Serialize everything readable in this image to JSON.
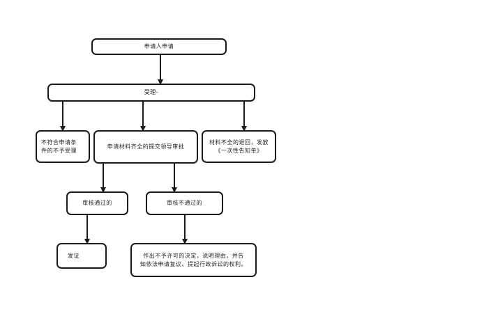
{
  "nodes": {
    "apply": "申请人申请",
    "accept": "受理-",
    "reject": "不符合申请条\n件的不予受理",
    "review": "申请材料齐全的提交领导审批",
    "notice": "材料不全的退回，发放\n《一次性告知单》",
    "pass": "审核通过的",
    "fail": "审核不通过的",
    "issue": "发证",
    "decision": "作出不予许可的决定，说明理由，并告\n知依法申请复议、提起行政诉讼的权利。"
  },
  "colors": {
    "stroke": "#1a1a1a",
    "text": "#222222"
  }
}
